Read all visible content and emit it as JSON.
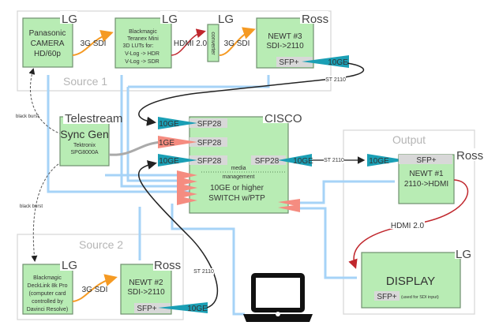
{
  "colors": {
    "box": "#b8ecb4",
    "ten_ge": "#1a9fb5",
    "one_ge": "#f58c80",
    "sdi": "#f59a23",
    "hdmi": "#c0272d",
    "ethernet": "#a6d3f7"
  },
  "groups": {
    "source1": "Source 1",
    "source2": "Source 2",
    "output": "Output"
  },
  "camera": {
    "vendor": "LG",
    "lines": [
      "Panasonic",
      "CAMERA",
      "HD/60p"
    ]
  },
  "teranex": {
    "vendor": "LG",
    "lines": [
      "Blackmagic",
      "Teranex Mini",
      "3D LUTs for:",
      "V-Log -> HDR",
      "V-Log -> SDR"
    ]
  },
  "converter": {
    "vendor": "LG",
    "label": "converter"
  },
  "newt3": {
    "vendor": "Ross",
    "lines": [
      "NEWT #3",
      "SDI->2110"
    ],
    "port": "SFP+",
    "link": "10GE"
  },
  "syncgen": {
    "vendor": "Telestream",
    "title": "Sync Gen",
    "lines": [
      "Tektronix",
      "SPG8000A"
    ]
  },
  "cisco": {
    "vendor": "CISCO",
    "ports": [
      "SFP28",
      "SFP28",
      "SFP28",
      "SFP28"
    ],
    "links": [
      "10GE",
      "1GE",
      "10GE",
      "10GE"
    ],
    "media": "media",
    "management": "management",
    "lines": [
      "10GE or higher",
      "SWITCH w/PTP"
    ]
  },
  "newt1": {
    "vendor": "Ross",
    "lines": [
      "NEWT #1",
      "2110->HDMI"
    ],
    "port": "SFP+",
    "link": "10GE"
  },
  "display": {
    "vendor": "LG",
    "title": "DISPLAY",
    "port": "SFP+",
    "note": "(used for SDI input)"
  },
  "decklink": {
    "vendor": "LG",
    "lines": [
      "Blackmagic",
      "DeckLink 8k Pro",
      "(computer card",
      "controlled by",
      "Davinci Resolve)"
    ]
  },
  "newt2": {
    "vendor": "Ross",
    "lines": [
      "NEWT #2",
      "SDI->2110"
    ],
    "port": "SFP+",
    "link": "10GE"
  },
  "cables": {
    "sdi1": "3G SDI",
    "hdmi1": "HDMI 2.0",
    "sdi2": "3G SDI",
    "st2110_a": "ST 2110",
    "st2110_b": "ST 2110",
    "st2110_c": "ST 2110",
    "hdmi2": "HDMI 2.0",
    "sdi3": "3G SDI",
    "blackburst1": "black burst",
    "blackburst2": "black burst"
  },
  "icons": {
    "laptop": "laptop-icon"
  }
}
